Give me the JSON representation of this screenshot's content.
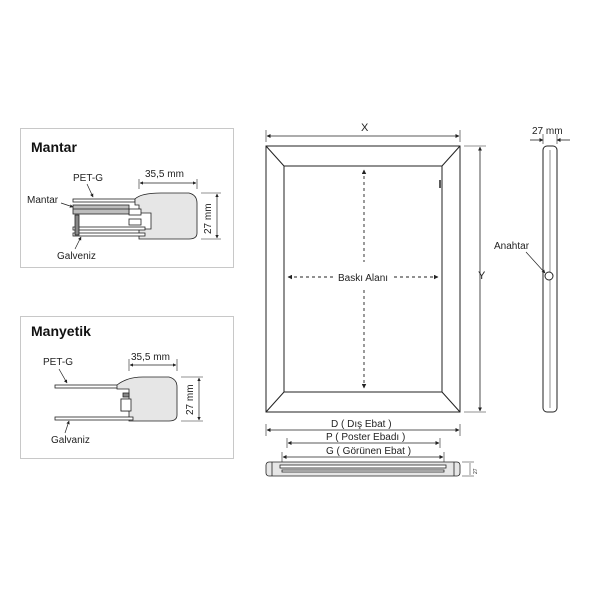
{
  "mantar_panel": {
    "title": "Mantar",
    "label_petg": "PET-G",
    "label_mantar": "Mantar",
    "label_galvaniz": "Galveniz",
    "dim_width": "35,5 mm",
    "dim_height": "27 mm"
  },
  "manyetik_panel": {
    "title": "Manyetik",
    "label_petg": "PET-G",
    "label_galvaniz": "Galvaniz",
    "dim_width": "35,5 mm",
    "dim_height": "27 mm"
  },
  "front_view": {
    "dim_x": "X",
    "dim_y": "Y",
    "print_area": "Baskı Alanı"
  },
  "side_view": {
    "dim_depth": "27 mm",
    "label_key": "Anahtar"
  },
  "bottom_view": {
    "dim_d": "D ( Dış Ebat )",
    "dim_p": "P ( Poster Ebadı )",
    "dim_g": "G ( Görünen Ebat )",
    "dim_small": "27"
  },
  "colors": {
    "line": "#222222",
    "frame_fill": "#ffffff",
    "profile_fill": "#e6e6e6",
    "panel_border": "#c8c8c8"
  }
}
